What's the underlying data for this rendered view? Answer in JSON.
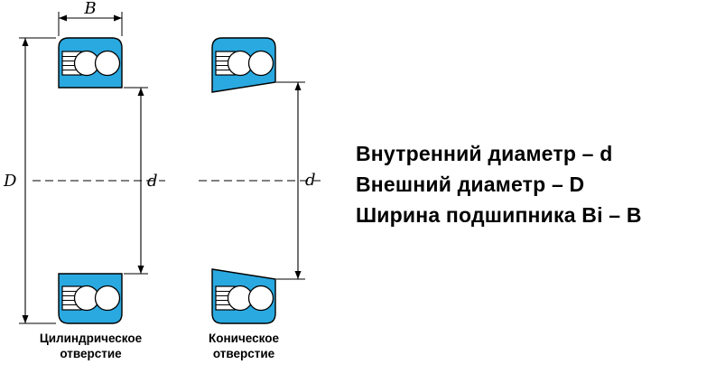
{
  "colors": {
    "bearing_fill": "#2AA9E0",
    "line": "#000000"
  },
  "diagrams": {
    "left": {
      "caption": [
        "Цилиндрическое",
        "отверстие"
      ],
      "dims": {
        "width": "B",
        "outer": "D",
        "bore": "d"
      }
    },
    "right": {
      "caption": [
        "Коническое",
        "отверстие"
      ],
      "dims": {
        "bore": "d"
      }
    }
  },
  "legend": {
    "lines": [
      "Внутренний диаметр – d",
      "Внешний диаметр – D",
      "Ширина подшипника Bi – B"
    ]
  }
}
